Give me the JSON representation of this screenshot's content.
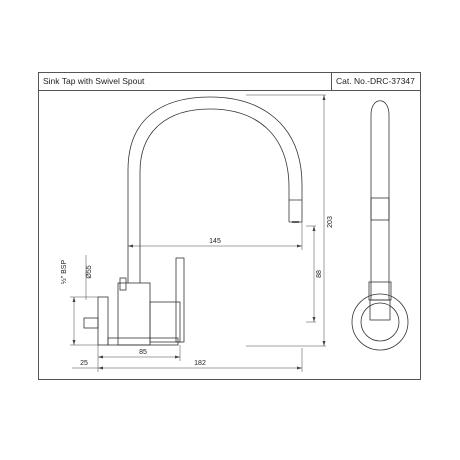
{
  "header": {
    "title": "Sink Tap with Swivel Spout",
    "catalog": "Cat. No.-DRC-37347"
  },
  "dimensions": {
    "height_total": "203",
    "spout_reach": "145",
    "outlet_height": "88",
    "pipe_diameter": "Ø55",
    "thread": "½\" BSP",
    "body_depth": "85",
    "flange": "25",
    "total_depth": "182"
  }
}
